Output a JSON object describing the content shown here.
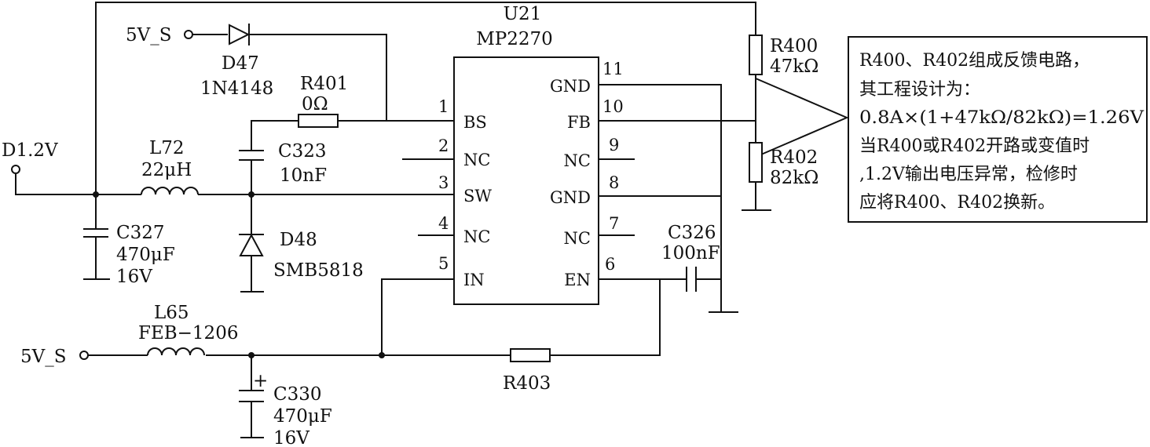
{
  "ic": {
    "ref": "U21",
    "part": "MP2270"
  },
  "pins_left": [
    {
      "num": "1",
      "name": "BS"
    },
    {
      "num": "2",
      "name": "NC"
    },
    {
      "num": "3",
      "name": "SW"
    },
    {
      "num": "4",
      "name": "NC"
    },
    {
      "num": "5",
      "name": "IN"
    }
  ],
  "pins_right": [
    {
      "num": "11",
      "name": "GND"
    },
    {
      "num": "10",
      "name": "FB"
    },
    {
      "num": "9",
      "name": "NC"
    },
    {
      "num": "8",
      "name": "GND"
    },
    {
      "num": "7",
      "name": "NC"
    },
    {
      "num": "6",
      "name": "EN"
    }
  ],
  "components": {
    "d47": {
      "ref": "D47",
      "value": "1N4148"
    },
    "r401": {
      "ref": "R401",
      "value": "0Ω"
    },
    "c323": {
      "ref": "C323",
      "value": "10nF"
    },
    "l72": {
      "ref": "L72",
      "value": "22μH"
    },
    "c327": {
      "ref": "C327",
      "value": "470μF",
      "voltage": "16V"
    },
    "d48": {
      "ref": "D48",
      "value": "SMB5818"
    },
    "r400": {
      "ref": "R400",
      "value": "47kΩ"
    },
    "r402": {
      "ref": "R402",
      "value": "82kΩ"
    },
    "c326": {
      "ref": "C326",
      "value": "100nF"
    },
    "l65": {
      "ref": "L65",
      "value": "FEB−1206"
    },
    "c330": {
      "ref": "C330",
      "value": "470μF",
      "voltage": "16V",
      "polarity": "+"
    },
    "r403": {
      "ref": "R403"
    }
  },
  "nets": {
    "vs_top": "5V_S",
    "vs_bottom": "5V_S",
    "output": "D1.2V"
  },
  "note": {
    "lines": [
      "R400、R402组成反馈电路，",
      "其工程设计为：",
      "0.8A×(1+47kΩ/82kΩ)=1.26V",
      "当R400或R402开路或变值时",
      ",1.2V输出电压异常，检修时",
      "应将R400、R402换新。"
    ]
  }
}
